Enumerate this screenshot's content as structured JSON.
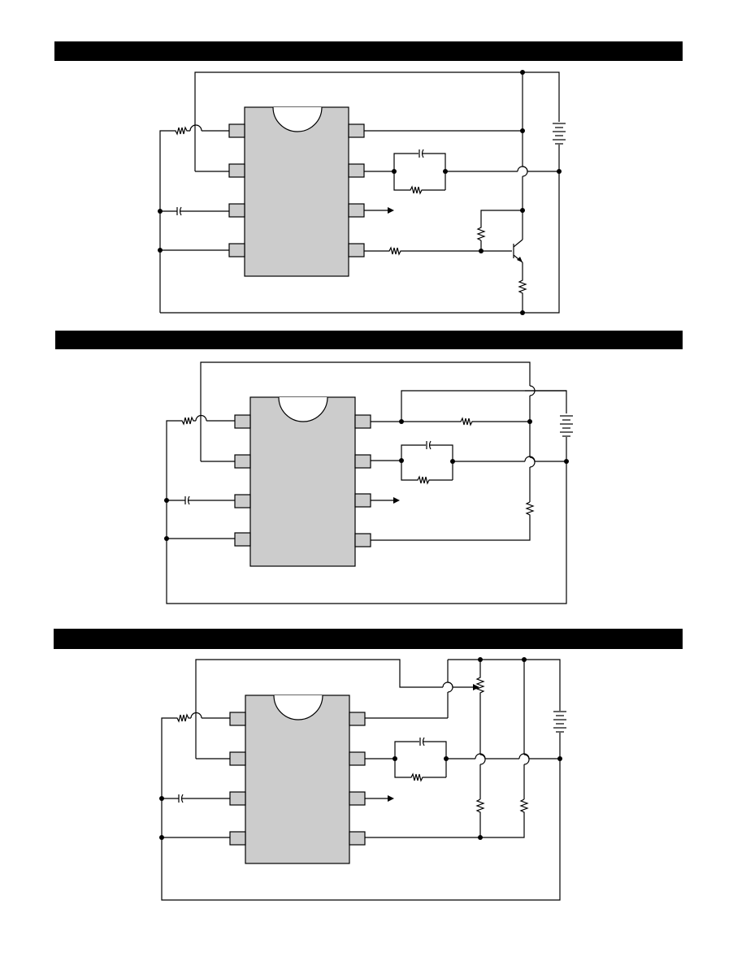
{
  "document": {
    "panels": [
      {
        "id": "circuit-1",
        "header_text": ""
      },
      {
        "id": "circuit-2",
        "header_text": ""
      },
      {
        "id": "circuit-3",
        "header_text": ""
      }
    ]
  },
  "colors": {
    "header_bar": "#000000",
    "chip_fill": "#cccccc",
    "wire": "#000000"
  },
  "icons": [
    "resistor-icon",
    "capacitor-icon",
    "battery-icon",
    "transistor-icon",
    "potentiometer-icon",
    "output-arrow-icon"
  ]
}
